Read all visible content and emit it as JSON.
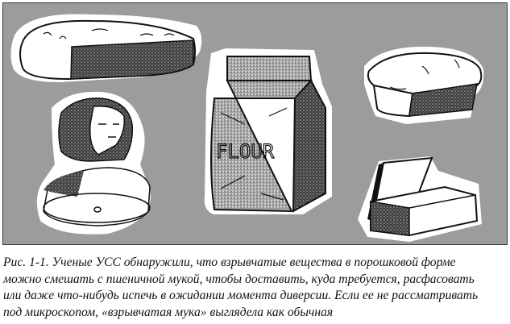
{
  "figure": {
    "label": "Рис. 1-1.",
    "background_color": "#9c9c9c",
    "items": [
      {
        "name": "broken-loaf",
        "description": "rough sliced loaf of bread"
      },
      {
        "name": "bust-statuette",
        "description": "carved bust of a figure on round base"
      },
      {
        "name": "flour-bag",
        "description": "paper flour bag",
        "text": "FLOUR"
      },
      {
        "name": "bread-loaf",
        "description": "baked bread loaf with cut end"
      },
      {
        "name": "block-and-slab",
        "description": "rectangular block with leaning slab"
      }
    ]
  },
  "caption": {
    "lines": [
      "Рис. 1-1. Ученые УСС обнаружили, что взрывчатые вещества в порошковой форме",
      "можно смешать с пшеничной мукой, чтобы доставить, куда требуется, расфасовать",
      "или даже что-нибудь испечь в ожидании момента диверсии. Если ее не рассматривать",
      "под микроскопом, «взрывчатая мука» выглядела как обычная"
    ]
  }
}
